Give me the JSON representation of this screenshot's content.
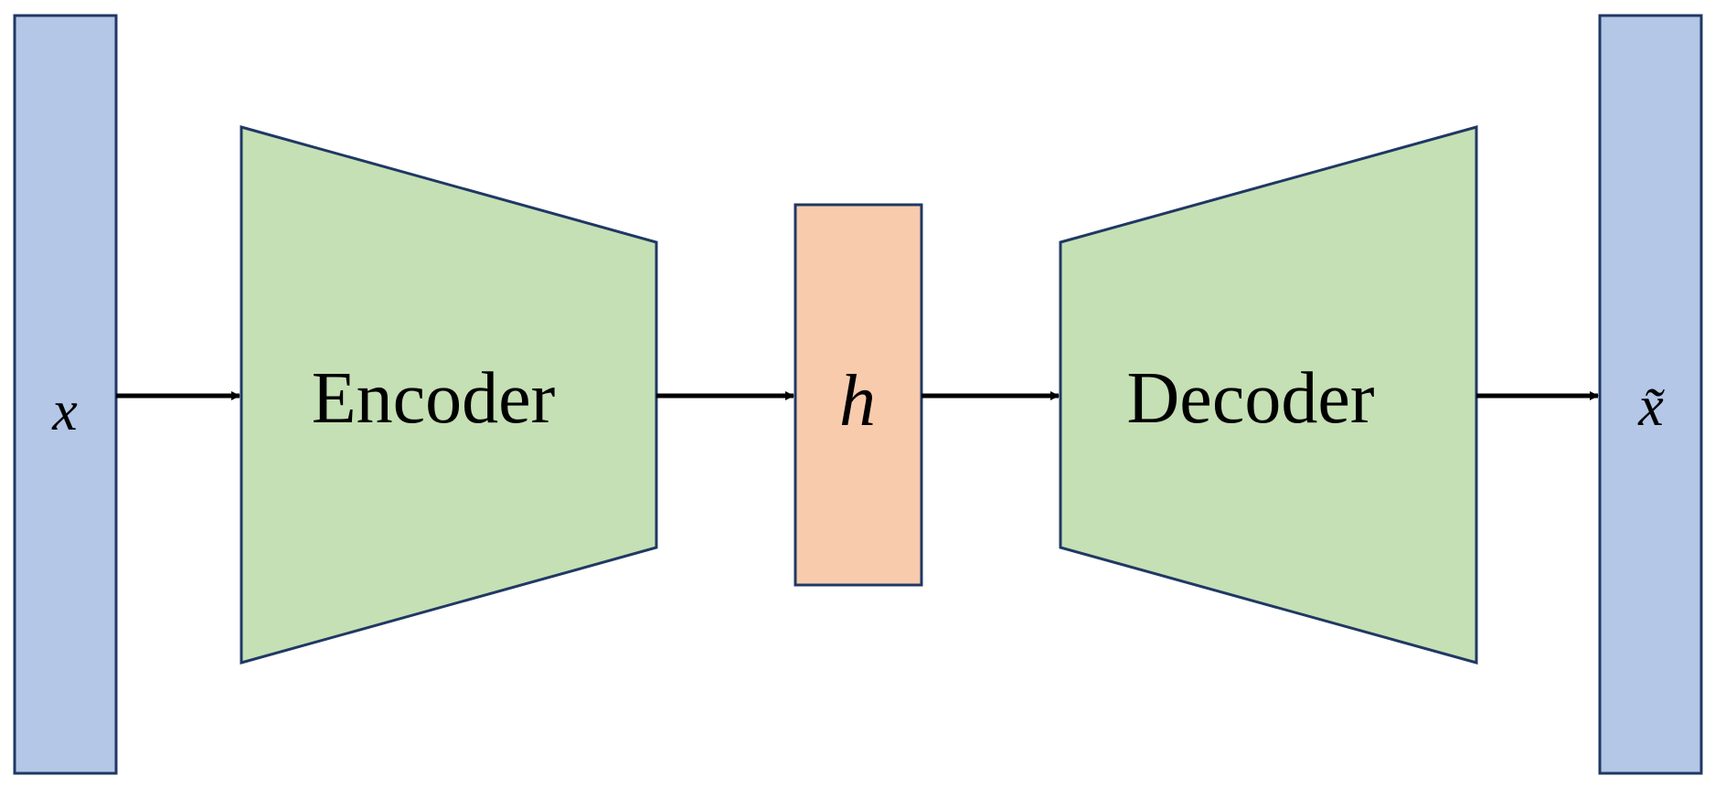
{
  "diagram": {
    "input": {
      "label": "x"
    },
    "encoder": {
      "label": "Encoder"
    },
    "latent": {
      "label": "h"
    },
    "decoder": {
      "label": "Decoder"
    },
    "output": {
      "label": "x̃"
    }
  },
  "colors": {
    "vector_fill": "#b4c7e7",
    "block_fill": "#c5e0b4",
    "latent_fill": "#f8cbad",
    "stroke": "#1f3864",
    "arrow": "#000000"
  }
}
